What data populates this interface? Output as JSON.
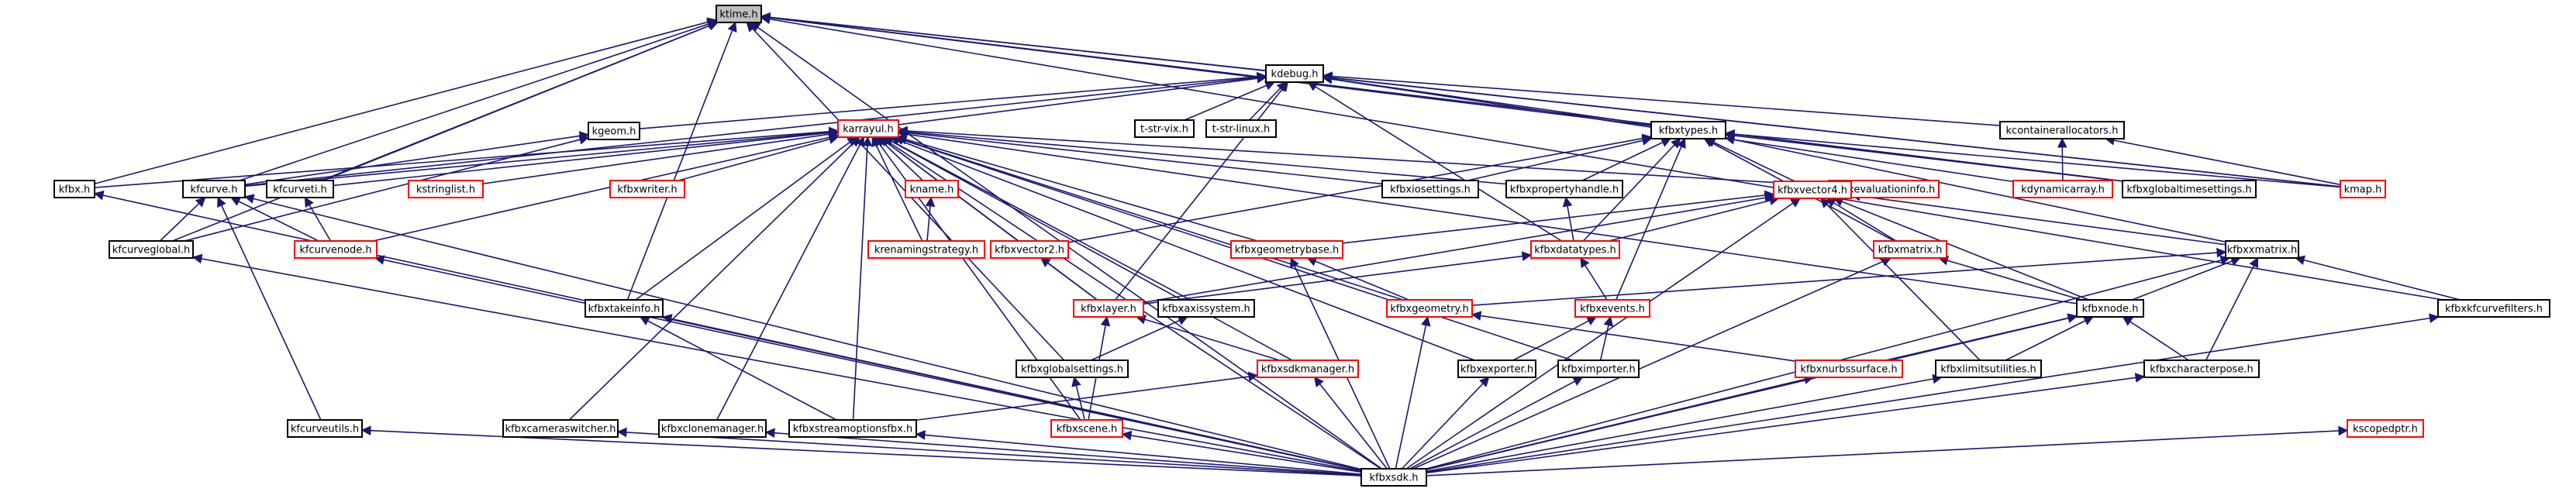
{
  "colors": {
    "edge": "#191970",
    "plain_border": "#000000",
    "red_border": "#ff0000",
    "root_fill": "#bfbfbf"
  },
  "nodes": [
    {
      "id": "ktime",
      "label": "ktime.h",
      "style": "root"
    },
    {
      "id": "kdebug",
      "label": "kdebug.h",
      "style": "plain"
    },
    {
      "id": "kgeom",
      "label": "kgeom.h",
      "style": "plain"
    },
    {
      "id": "karrayul",
      "label": "karrayul.h",
      "style": "red"
    },
    {
      "id": "tstrvix",
      "label": "t-str-vix.h",
      "style": "plain"
    },
    {
      "id": "tstrlinux",
      "label": "t-str-linux.h",
      "style": "plain"
    },
    {
      "id": "kfbxtypes",
      "label": "kfbxtypes.h",
      "style": "plain"
    },
    {
      "id": "kcontaineralloc",
      "label": "kcontainerallocators.h",
      "style": "plain"
    },
    {
      "id": "kfbx",
      "label": "kfbx.h",
      "style": "plain"
    },
    {
      "id": "kfcurve",
      "label": "kfcurve.h",
      "style": "plain"
    },
    {
      "id": "kfcurveti",
      "label": "kfcurveti.h",
      "style": "plain"
    },
    {
      "id": "kstringlist",
      "label": "kstringlist.h",
      "style": "red"
    },
    {
      "id": "kfbxwriter",
      "label": "kfbxwriter.h",
      "style": "red"
    },
    {
      "id": "kname",
      "label": "kname.h",
      "style": "red"
    },
    {
      "id": "kfbxiosettings",
      "label": "kfbxiosettings.h",
      "style": "plain"
    },
    {
      "id": "kfbxpropertyhandle",
      "label": "kfbxpropertyhandle.h",
      "style": "plain"
    },
    {
      "id": "kfbxevaluationinfo",
      "label": "kfbxevaluationinfo.h",
      "style": "red"
    },
    {
      "id": "kdynamicarray",
      "label": "kdynamicarray.h",
      "style": "red"
    },
    {
      "id": "kfbxglobaltimesettings",
      "label": "kfbxglobaltimesettings.h",
      "style": "plain"
    },
    {
      "id": "kmap",
      "label": "kmap.h",
      "style": "red"
    },
    {
      "id": "kfcurveglobal",
      "label": "kfcurveglobal.h",
      "style": "plain"
    },
    {
      "id": "kfcurvenode",
      "label": "kfcurvenode.h",
      "style": "red"
    },
    {
      "id": "krenamingstrategy",
      "label": "krenamingstrategy.h",
      "style": "red"
    },
    {
      "id": "kfbxvector2",
      "label": "kfbxvector2.h",
      "style": "red"
    },
    {
      "id": "kfbxgeometrybase",
      "label": "kfbxgeometrybase.h",
      "style": "red"
    },
    {
      "id": "kfbxvector4",
      "label": "kfbxvector4.h",
      "style": "red"
    },
    {
      "id": "kfbxdatatypes",
      "label": "kfbxdatatypes.h",
      "style": "red"
    },
    {
      "id": "kfbxmatrix",
      "label": "kfbxmatrix.h",
      "style": "red"
    },
    {
      "id": "kfbxxmatrix",
      "label": "kfbxxmatrix.h",
      "style": "plain"
    },
    {
      "id": "kfbxtakeinfo",
      "label": "kfbxtakeinfo.h",
      "style": "plain"
    },
    {
      "id": "kfbxlayer",
      "label": "kfbxlayer.h",
      "style": "red"
    },
    {
      "id": "kfbxaxissystem",
      "label": "kfbxaxissystem.h",
      "style": "plain"
    },
    {
      "id": "kfbxgeometry",
      "label": "kfbxgeometry.h",
      "style": "red"
    },
    {
      "id": "kfbxevents",
      "label": "kfbxevents.h",
      "style": "red"
    },
    {
      "id": "kfbxnode",
      "label": "kfbxnode.h",
      "style": "plain"
    },
    {
      "id": "kfbxkfcurvefilters",
      "label": "kfbxkfcurvefilters.h",
      "style": "plain"
    },
    {
      "id": "kfbxglobalsettings",
      "label": "kfbxglobalsettings.h",
      "style": "plain"
    },
    {
      "id": "kfbxsdkmanager",
      "label": "kfbxsdkmanager.h",
      "style": "red"
    },
    {
      "id": "kfbxexporter",
      "label": "kfbxexporter.h",
      "style": "plain"
    },
    {
      "id": "kfbximporter",
      "label": "kfbximporter.h",
      "style": "plain"
    },
    {
      "id": "kfbxnurbssurface",
      "label": "kfbxnurbssurface.h",
      "style": "red"
    },
    {
      "id": "kfbxlimitsutilities",
      "label": "kfbxlimitsutilities.h",
      "style": "plain"
    },
    {
      "id": "kfbxcharacterpose",
      "label": "kfbxcharacterpose.h",
      "style": "plain"
    },
    {
      "id": "kfcurveutils",
      "label": "kfcurveutils.h",
      "style": "plain"
    },
    {
      "id": "kfbxcameraswitcher",
      "label": "kfbxcameraswitcher.h",
      "style": "plain"
    },
    {
      "id": "kfbxclonemanager",
      "label": "kfbxclonemanager.h",
      "style": "plain"
    },
    {
      "id": "kfbxstreamoptionsfbx",
      "label": "kfbxstreamoptionsfbx.h",
      "style": "plain"
    },
    {
      "id": "kfbxscene",
      "label": "kfbxscene.h",
      "style": "red"
    },
    {
      "id": "kscopedptr",
      "label": "kscopedptr.h",
      "style": "red"
    },
    {
      "id": "kfbxsdk",
      "label": "kfbxsdk.h",
      "style": "plain"
    }
  ],
  "edges": [
    [
      "kdebug",
      "ktime"
    ],
    [
      "kfbxtypes",
      "ktime"
    ],
    [
      "kfbx",
      "ktime"
    ],
    [
      "kfcurve",
      "ktime"
    ],
    [
      "kfcurveti",
      "ktime"
    ],
    [
      "kfcurveglobal",
      "ktime"
    ],
    [
      "kfbxtakeinfo",
      "ktime"
    ],
    [
      "kfbxglobalsettings",
      "ktime"
    ],
    [
      "kfbxglobaltimesettings",
      "ktime"
    ],
    [
      "kfbxkfcurvefilters",
      "ktime"
    ],
    [
      "kfbxsdk",
      "ktime"
    ],
    [
      "kmap",
      "ktime"
    ],
    [
      "kgeom",
      "kdebug"
    ],
    [
      "karrayul",
      "kdebug"
    ],
    [
      "tstrvix",
      "kdebug"
    ],
    [
      "tstrlinux",
      "kdebug"
    ],
    [
      "kfbxtypes",
      "kdebug"
    ],
    [
      "kcontaineralloc",
      "kdebug"
    ],
    [
      "kfcurve",
      "kdebug"
    ],
    [
      "kfbxdatatypes",
      "kdebug"
    ],
    [
      "kdynamicarray",
      "kdebug"
    ],
    [
      "kfbxlayer",
      "kdebug"
    ],
    [
      "kmap",
      "kdebug"
    ],
    [
      "kfcurve",
      "karrayul"
    ],
    [
      "kfcurveti",
      "karrayul"
    ],
    [
      "kstringlist",
      "karrayul"
    ],
    [
      "kfbxwriter",
      "karrayul"
    ],
    [
      "kname",
      "karrayul"
    ],
    [
      "krenamingstrategy",
      "karrayul"
    ],
    [
      "kfbxiosettings",
      "karrayul"
    ],
    [
      "kfbxpropertyhandle",
      "karrayul"
    ],
    [
      "kfbxevaluationinfo",
      "karrayul"
    ],
    [
      "kfcurvenode",
      "karrayul"
    ],
    [
      "kfbxvector2",
      "karrayul"
    ],
    [
      "kfbxgeometrybase",
      "karrayul"
    ],
    [
      "kfbxlayer",
      "karrayul"
    ],
    [
      "kfbxaxissystem",
      "karrayul"
    ],
    [
      "kfbxgeometry",
      "karrayul"
    ],
    [
      "kfbxnode",
      "karrayul"
    ],
    [
      "kfbxtakeinfo",
      "karrayul"
    ],
    [
      "kfbxcameraswitcher",
      "karrayul"
    ],
    [
      "kfbxclonemanager",
      "karrayul"
    ],
    [
      "kfbxstreamoptionsfbx",
      "karrayul"
    ],
    [
      "kfbxscene",
      "karrayul"
    ],
    [
      "kfbxsdkmanager",
      "karrayul"
    ],
    [
      "kfbxexporter",
      "karrayul"
    ],
    [
      "kfbximporter",
      "karrayul"
    ],
    [
      "kfbxsdk",
      "karrayul"
    ],
    [
      "kfbx",
      "karrayul"
    ],
    [
      "kfcurve",
      "kgeom"
    ],
    [
      "kfcurveglobal",
      "kgeom"
    ],
    [
      "kfbxvector2",
      "kfbxtypes"
    ],
    [
      "kfbxiosettings",
      "kfbxtypes"
    ],
    [
      "kfbxpropertyhandle",
      "kfbxtypes"
    ],
    [
      "kfbxvector4",
      "kfbxtypes"
    ],
    [
      "kfbxdatatypes",
      "kfbxtypes"
    ],
    [
      "kfbxevents",
      "kfbxtypes"
    ],
    [
      "kfbxmatrix",
      "kfbxtypes"
    ],
    [
      "kfbxxmatrix",
      "kfbxtypes"
    ],
    [
      "kfbxglobaltimesettings",
      "kfbxtypes"
    ],
    [
      "kmap",
      "kfbxtypes"
    ],
    [
      "kdynamicarray",
      "kcontaineralloc"
    ],
    [
      "kmap",
      "kcontaineralloc"
    ],
    [
      "kfbxdatatypes",
      "kfbxpropertyhandle"
    ],
    [
      "kfbxsdk",
      "kfbx"
    ],
    [
      "kfcurveglobal",
      "kfcurve"
    ],
    [
      "kfcurvenode",
      "kfcurve"
    ],
    [
      "kfcurveutils",
      "kfcurve"
    ],
    [
      "kfbxsdk",
      "kfcurve"
    ],
    [
      "kfcurvenode",
      "kfcurveti"
    ],
    [
      "krenamingstrategy",
      "kname"
    ],
    [
      "kfbxsdk",
      "kfcurveglobal"
    ],
    [
      "kfbxlayer",
      "kfbxvector2"
    ],
    [
      "kfbxgeometrybase",
      "kfbxvector4"
    ],
    [
      "kfbxdatatypes",
      "kfbxvector4"
    ],
    [
      "kfbxmatrix",
      "kfbxvector4"
    ],
    [
      "kfbxxmatrix",
      "kfbxvector4"
    ],
    [
      "kfbxlayer",
      "kfbxvector4"
    ],
    [
      "kfbxnode",
      "kfbxvector4"
    ],
    [
      "kfbxlimitsutilities",
      "kfbxvector4"
    ],
    [
      "kfbxsdk",
      "kfbxvector4"
    ],
    [
      "kfbxlayer",
      "kfbxdatatypes"
    ],
    [
      "kfbxevents",
      "kfbxdatatypes"
    ],
    [
      "kfbxgeometry",
      "kfbxgeometrybase"
    ],
    [
      "kfbxsdk",
      "kfbxgeometrybase"
    ],
    [
      "kfbxnode",
      "kfbxmatrix"
    ],
    [
      "kfbxsdk",
      "kfbxmatrix"
    ],
    [
      "kfbxnode",
      "kfbxxmatrix"
    ],
    [
      "kfbxgeometry",
      "kfbxxmatrix"
    ],
    [
      "kfbxkfcurvefilters",
      "kfbxxmatrix"
    ],
    [
      "kfbxcharacterpose",
      "kfbxxmatrix"
    ],
    [
      "kfbxsdk",
      "kfbxxmatrix"
    ],
    [
      "kfbxstreamoptionsfbx",
      "kfbxtakeinfo"
    ],
    [
      "kfbxsdk",
      "kfbxtakeinfo"
    ],
    [
      "kfbxsdkmanager",
      "kfbxlayer"
    ],
    [
      "kfbxscene",
      "kfbxlayer"
    ],
    [
      "kfbxglobalsettings",
      "kfbxaxissystem"
    ],
    [
      "kfbxnurbssurface",
      "kfbxgeometry"
    ],
    [
      "kfbxsdk",
      "kfbxgeometry"
    ],
    [
      "kfbxexporter",
      "kfbxevents"
    ],
    [
      "kfbximporter",
      "kfbxevents"
    ],
    [
      "kfbxnurbssurface",
      "kfbxnode"
    ],
    [
      "kfbxlimitsutilities",
      "kfbxnode"
    ],
    [
      "kfbxcharacterpose",
      "kfbxnode"
    ],
    [
      "kfbxsdk",
      "kfbxnode"
    ],
    [
      "kfbxsdk",
      "kfbxkfcurvefilters"
    ],
    [
      "kfbxscene",
      "kfbxglobalsettings"
    ],
    [
      "kfbxstreamoptionsfbx",
      "kfbxsdkmanager"
    ],
    [
      "kfbxsdk",
      "kfbxsdkmanager"
    ],
    [
      "kfbxsdk",
      "kfbxexporter"
    ],
    [
      "kfbxsdk",
      "kfbximporter"
    ],
    [
      "kfbxsdk",
      "kfbxnurbssurface"
    ],
    [
      "kfbxsdk",
      "kfbxlimitsutilities"
    ],
    [
      "kfbxsdk",
      "kfbxcharacterpose"
    ],
    [
      "kfbxsdk",
      "kfcurveutils"
    ],
    [
      "kfbxsdk",
      "kfbxcameraswitcher"
    ],
    [
      "kfbxsdk",
      "kfbxclonemanager"
    ],
    [
      "kfbxsdk",
      "kfbxstreamoptionsfbx"
    ],
    [
      "kfbxsdk",
      "kfbxscene"
    ],
    [
      "kfbxsdk",
      "kscopedptr"
    ],
    [
      "kfbxsdk",
      "kfcurvenode"
    ]
  ]
}
